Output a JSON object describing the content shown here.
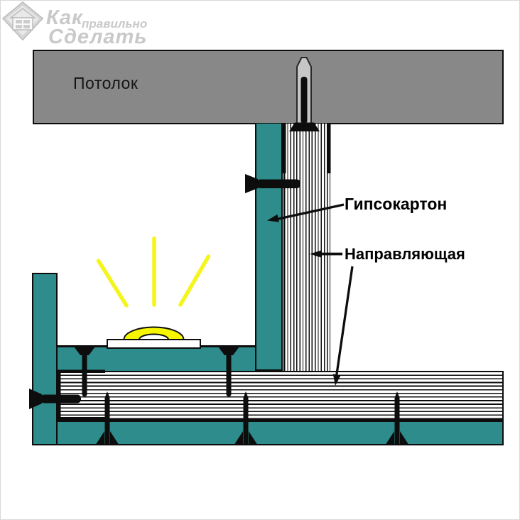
{
  "logo": {
    "word1": "Как",
    "word2": "правильно",
    "word3": "Сделать"
  },
  "diagram": {
    "ceiling_label": "Потолок",
    "drywall_label": "Гипсокартон",
    "guide_label": "Направляющая"
  },
  "colors": {
    "teal": "#2E8C8C",
    "ceiling_gray": "#888888",
    "anchor_gray": "#C6C6C6",
    "lamp_yellow": "#F6F600",
    "ray_yellow": "#F5F51E",
    "ink": "#0D0D0D",
    "logo_gray": "#C9C9C9"
  }
}
